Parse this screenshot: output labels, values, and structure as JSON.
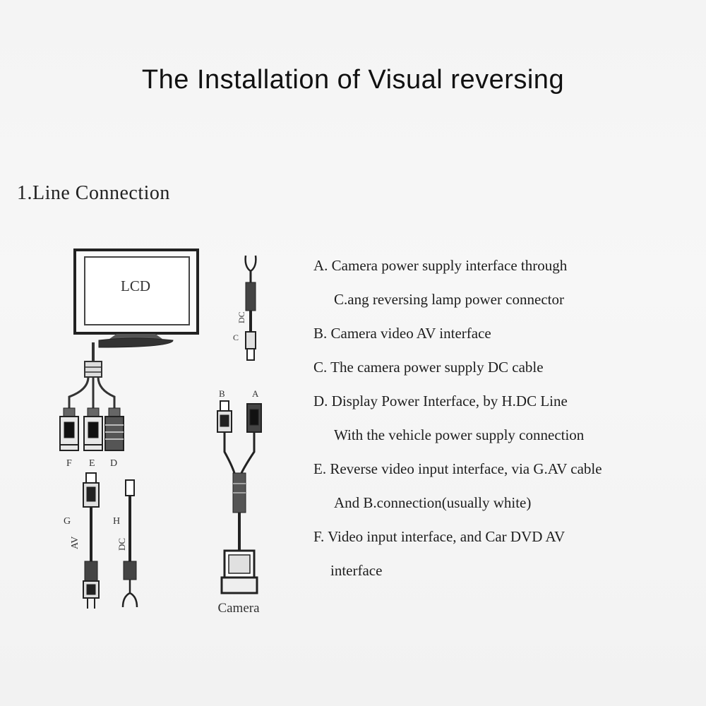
{
  "title": "The Installation of Visual reversing",
  "section": "1.Line Connection",
  "diagram": {
    "lcd_label": "LCD",
    "camera_label": "Camera",
    "connector_labels": {
      "F": "F",
      "E": "E",
      "D": "D",
      "G": "G",
      "H": "H",
      "A": "A",
      "B": "B",
      "C": "C"
    },
    "cable_labels": {
      "dc_top": "DC",
      "av": "AV",
      "dc_bottom": "DC"
    }
  },
  "legend": [
    "A. Camera power supply interface through",
    "C.ang reversing lamp power connector",
    "B. Camera video AV interface",
    "C. The camera power supply DC cable",
    "D. Display Power Interface, by H.DC Line",
    "With the vehicle power supply connection",
    "E. Reverse video input interface, via G.AV cable",
    "And B.connection(usually white)",
    "F. Video input interface, and Car DVD AV",
    "interface"
  ]
}
